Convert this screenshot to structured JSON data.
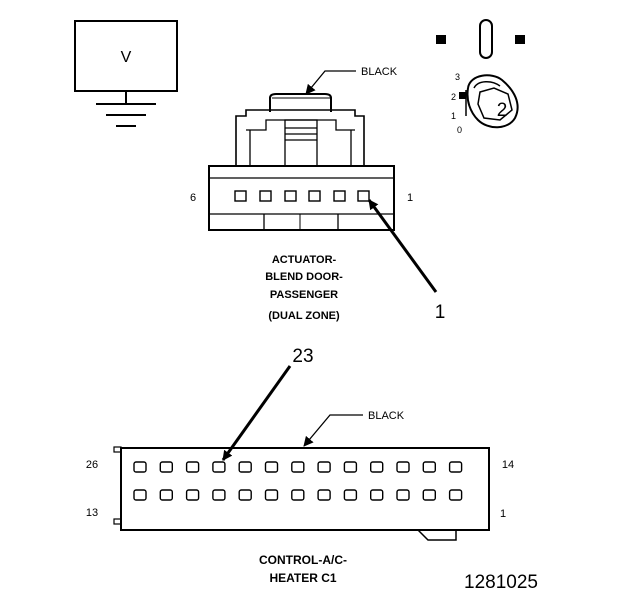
{
  "voltmeter": {
    "symbol": "V"
  },
  "connector_top": {
    "color_label": "BLACK",
    "pin_left": "6",
    "pin_right": "1",
    "callout": "1",
    "name_lines": [
      "ACTUATOR-",
      "BLEND DOOR-",
      "PASSENGER",
      "(DUAL ZONE)"
    ]
  },
  "probe_tool": {
    "positions": [
      "3",
      "2",
      "1",
      "0"
    ],
    "badge": "2"
  },
  "connector_bottom": {
    "color_label": "BLACK",
    "callout": "23",
    "pin_top_left": "26",
    "pin_bottom_left": "13",
    "pin_top_right": "14",
    "pin_bottom_right": "1",
    "name_lines": [
      "CONTROL-A/C-",
      "HEATER C1"
    ]
  },
  "figure_number": "1281025"
}
